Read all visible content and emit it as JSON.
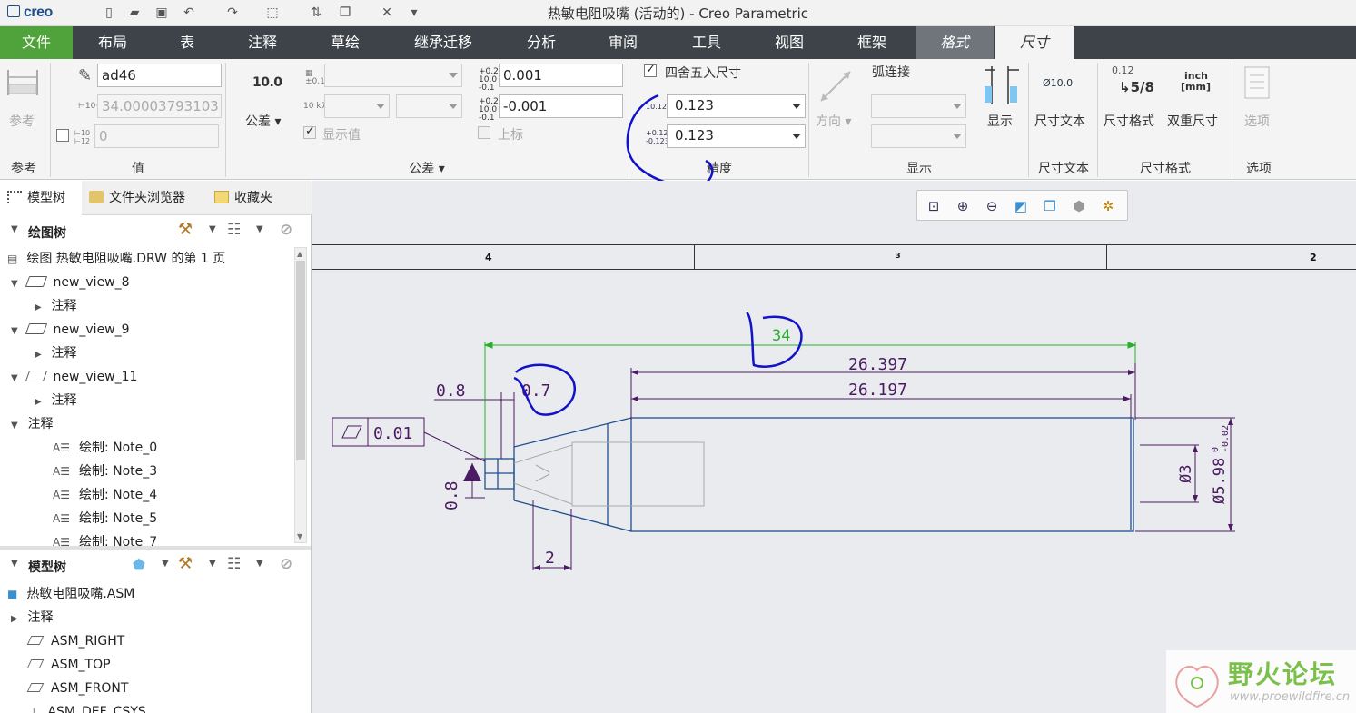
{
  "app": {
    "logo": "creo",
    "title": "热敏电阻吸嘴 (活动的) - Creo Parametric"
  },
  "menu": [
    "文件",
    "布局",
    "表",
    "注释",
    "草绘",
    "继承迁移",
    "分析",
    "审阅",
    "工具",
    "视图",
    "框架",
    "格式",
    "尺寸"
  ],
  "ribbon": {
    "ref": {
      "button": "参考",
      "group": "参考"
    },
    "value": {
      "name": "ad46",
      "nominal": "34.00003793103",
      "override": "0",
      "group": "值"
    },
    "tolerance": {
      "icon_label": "10.0",
      "button": "公差",
      "show_value": "显示值",
      "upper_label": "上标",
      "upper": "0.001",
      "lower": "-0.001",
      "group": "公差"
    },
    "precision": {
      "round_label": "四舍五入尺寸",
      "round_checked": true,
      "decimals": "0.123",
      "tol_decimals": "0.123",
      "group": "精度"
    },
    "display": {
      "direction": "方向",
      "arc": "弧连接",
      "show": "显示",
      "group": "显示"
    },
    "dim_text": {
      "button": "尺寸文本",
      "icon": "Ø10.0",
      "group": "尺寸文本"
    },
    "dim_format": {
      "format": "尺寸格式",
      "dual": "双重尺寸",
      "icon_top": "0.12",
      "icon_frac": "5/8",
      "inch": "inch",
      "mm": "[mm]",
      "group": "尺寸格式"
    },
    "options": {
      "button": "选项",
      "group": "选项"
    }
  },
  "panel": {
    "tabs": [
      "模型树",
      "文件夹浏览器",
      "收藏夹"
    ],
    "drawing_tree": {
      "header": "绘图树",
      "rows": [
        {
          "label": "绘图 热敏电阻吸嘴.DRW 的第 1 页",
          "level": 0,
          "kind": "sheet"
        },
        {
          "label": "new_view_8",
          "level": 0,
          "kind": "view",
          "expanded": true
        },
        {
          "label": "注释",
          "level": 1,
          "kind": "folder"
        },
        {
          "label": "new_view_9",
          "level": 0,
          "kind": "view",
          "expanded": true
        },
        {
          "label": "注释",
          "level": 1,
          "kind": "folder"
        },
        {
          "label": "new_view_11",
          "level": 0,
          "kind": "view",
          "expanded": true
        },
        {
          "label": "注释",
          "level": 1,
          "kind": "folder"
        },
        {
          "label": "注释",
          "level": 0,
          "kind": "group",
          "expanded": true
        },
        {
          "label": "绘制: Note_0",
          "level": 2,
          "kind": "note"
        },
        {
          "label": "绘制: Note_3",
          "level": 2,
          "kind": "note"
        },
        {
          "label": "绘制: Note_4",
          "level": 2,
          "kind": "note"
        },
        {
          "label": "绘制: Note_5",
          "level": 2,
          "kind": "note"
        },
        {
          "label": "绘制: Note_7",
          "level": 2,
          "kind": "note"
        }
      ]
    },
    "model_tree": {
      "header": "模型树",
      "rows": [
        {
          "label": "热敏电阻吸嘴.ASM",
          "kind": "asm"
        },
        {
          "label": "注释",
          "kind": "folder"
        },
        {
          "label": "ASM_RIGHT",
          "kind": "plane"
        },
        {
          "label": "ASM_TOP",
          "kind": "plane"
        },
        {
          "label": "ASM_FRONT",
          "kind": "plane"
        },
        {
          "label": "ASM_DEF_CSYS",
          "kind": "csys"
        }
      ]
    }
  },
  "drawing": {
    "zones": [
      "4",
      "3",
      "2"
    ],
    "dims": {
      "overall": "34",
      "len1": "26.397",
      "len2": "26.197",
      "tip1": "0.8",
      "tip2": "0.7",
      "tip_h": "0.8",
      "bottom": "2",
      "bore": "Ø3",
      "outer": "Ø5.98",
      "outer_tol_up": "0",
      "outer_tol_dn": "-0.02",
      "gtol": "0.01"
    },
    "colors": {
      "geometry": "#1f4f8f",
      "dimension": "#4a1a62",
      "selected": "#27b02a",
      "markup": "#1212c8"
    }
  },
  "watermark": {
    "name": "野火论坛",
    "url": "www.proewildfire.cn"
  }
}
